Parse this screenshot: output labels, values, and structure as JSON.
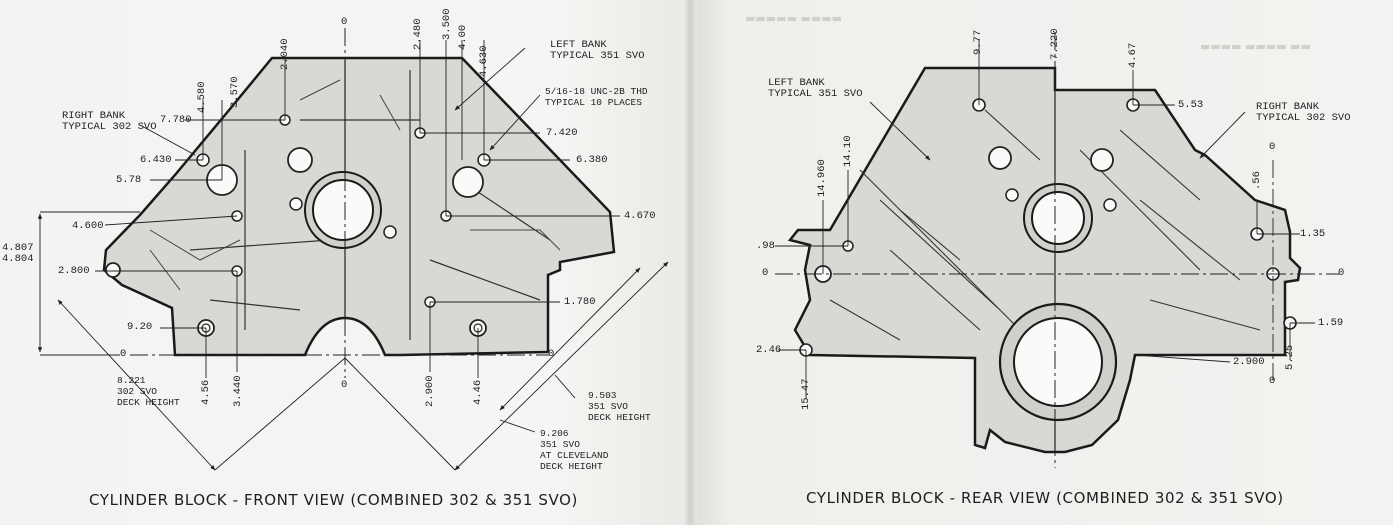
{
  "front_view": {
    "caption": "CYLINDER BLOCK - FRONT VIEW (COMBINED 302 & 351 SVO)",
    "callouts": {
      "left_bank": "LEFT BANK\nTYPICAL 351 SVO",
      "right_bank": "RIGHT BANK\nTYPICAL 302 SVO",
      "thread": "5/16-18 UNC-2B THD\nTYPICAL 10 PLACES",
      "deck_302": "8.221\n302 SVO\nDECK HEIGHT",
      "deck_351": "9.503\n351 SVO\nDECK HEIGHT",
      "deck_cleveland": "9.206\n351 SVO\nAT CLEVELAND\nDECK HEIGHT"
    },
    "dims": {
      "d7780": "7.780",
      "d6430": "6.430",
      "d578": "5.78",
      "d4600": "4.600",
      "d2800": "2.800",
      "d920": "9.20",
      "d7420": "7.420",
      "d6380": "6.380",
      "d4670": "4.670",
      "d1780": "1.780",
      "d4807": "4.807",
      "d4804": "4.804",
      "zero_left": "0",
      "zero_right": "0",
      "zero_top": "0",
      "zero_bottom": "0",
      "v2040": "2.040",
      "v4580": "4.580",
      "v3570": "3.570",
      "v2480": "2.480",
      "v3500": "3.500",
      "v400": "4.00",
      "v4630": "4.630",
      "v456": "4.56",
      "v3440": "3.440",
      "v2900": "2.900",
      "v446": "4.46"
    }
  },
  "rear_view": {
    "caption": "CYLINDER BLOCK - REAR VIEW (COMBINED 302 & 351 SVO)",
    "callouts": {
      "left_bank": "LEFT BANK\nTYPICAL 351 SVO",
      "right_bank": "RIGHT BANK\nTYPICAL 302 SVO"
    },
    "dims": {
      "d553": "5.53",
      "d98": ".98",
      "d135": "1.35",
      "d159": "1.59",
      "d246": "2.46",
      "d2900": "2.900",
      "zero_left": "0",
      "zero_right": "0",
      "zero_top": "0",
      "zero_bottom": "0",
      "v977": "9.77",
      "v7220": "7.220",
      "v467": "4.67",
      "v14960": "14.960",
      "v1410": "14.10",
      "v56": ".56",
      "v525": "5.25",
      "v1547": "15.47"
    }
  }
}
